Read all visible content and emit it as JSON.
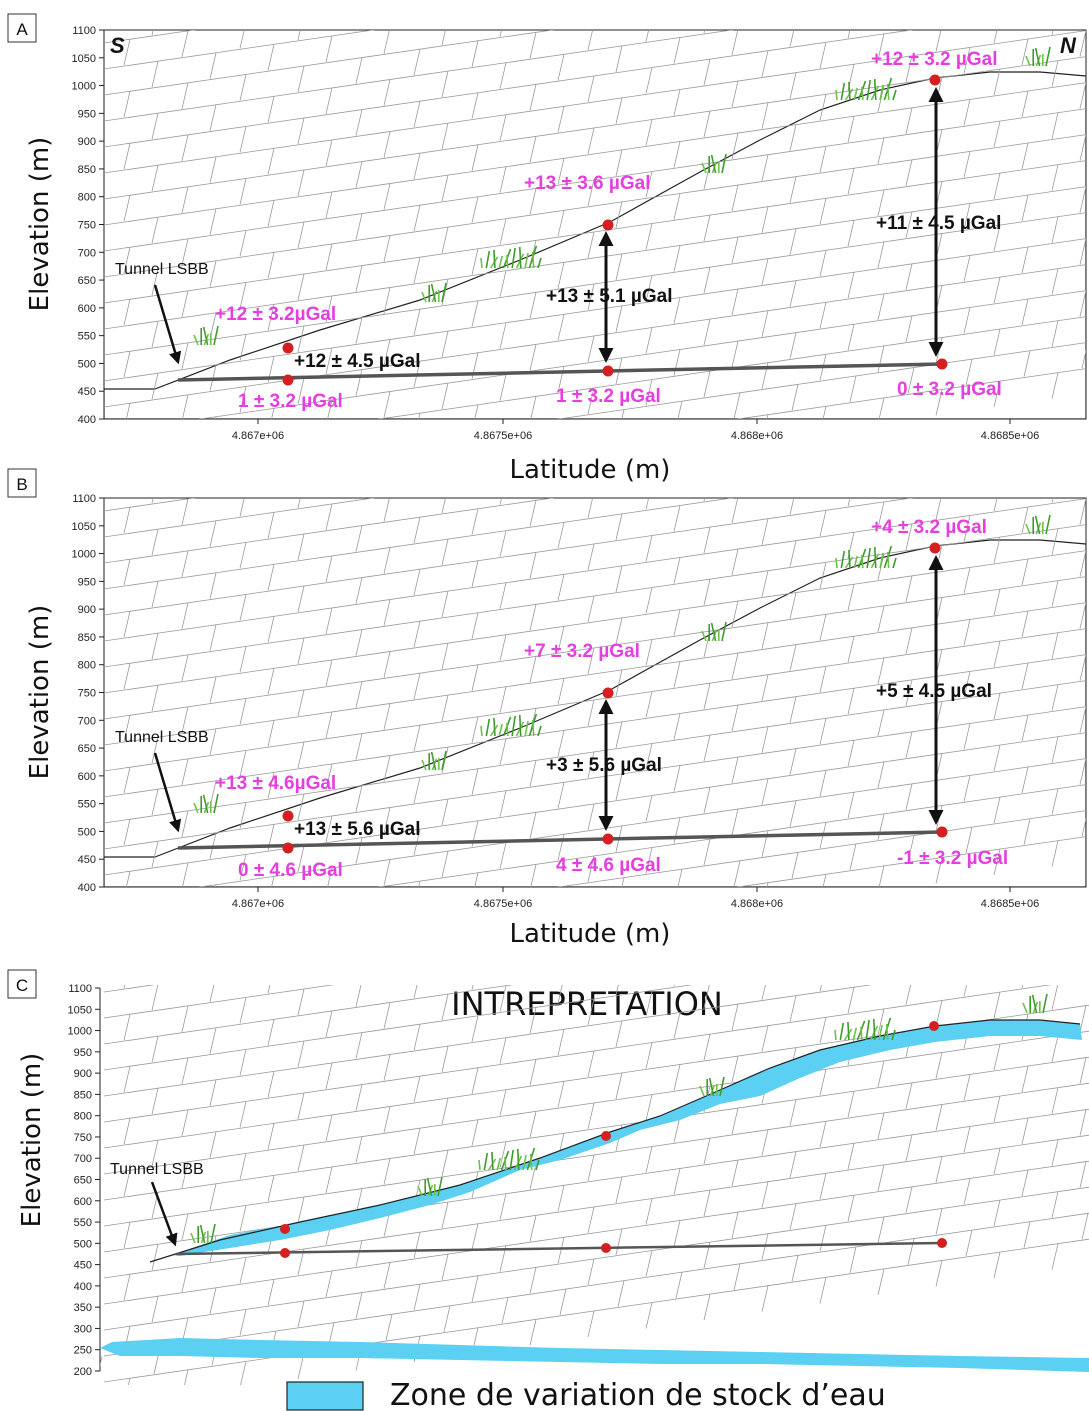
{
  "panels": [
    {
      "label": "A",
      "direction_left": "S",
      "direction_right": "N",
      "ylabel": "Elevation (m)",
      "xlabel": "Latitude (m)",
      "yticks": [
        "1100",
        "1050",
        "1000",
        "950",
        "900",
        "850",
        "800",
        "750",
        "700",
        "650",
        "600",
        "550",
        "500",
        "450",
        "400"
      ],
      "xticks": [
        "4.867e+06",
        "4.8675e+06",
        "4.868e+06",
        "4.8685e+06"
      ],
      "tunnel_label": "Tunnel LSBB",
      "surface_values": [
        "+12 ± 3.2µGal",
        "+13 ± 3.6 µGal",
        "+12 ± 3.2 µGal"
      ],
      "tunnel_values": [
        "1 ± 3.2 µGal",
        "1 ± 3.2 µGal",
        "0 ± 3.2 µGal"
      ],
      "difference_values": [
        "+12 ± 4.5 µGal",
        "+13 ± 5.1 µGal",
        "+11 ± 4.5 µGal"
      ]
    },
    {
      "label": "B",
      "ylabel": "Elevation (m)",
      "xlabel": "Latitude (m)",
      "yticks": [
        "1100",
        "1050",
        "1000",
        "950",
        "900",
        "850",
        "800",
        "750",
        "700",
        "650",
        "600",
        "550",
        "500",
        "450",
        "400"
      ],
      "xticks": [
        "4.867e+06",
        "4.8675e+06",
        "4.868e+06",
        "4.8685e+06"
      ],
      "tunnel_label": "Tunnel LSBB",
      "surface_values": [
        "+13 ± 4.6µGal",
        "+7 ± 3.2 µGal",
        "+4 ± 3.2 µGal"
      ],
      "tunnel_values": [
        "0 ± 4.6 µGal",
        "4 ± 4.6 µGal",
        "-1 ± 3.2 µGal"
      ],
      "difference_values": [
        "+13 ± 5.6 µGal",
        "+3 ± 5.6 µGal",
        "+5 ± 4.5 µGal"
      ]
    },
    {
      "label": "C",
      "title": "INTREPRETATION",
      "ylabel": "Elevation (m)",
      "yticks": [
        "1100",
        "1050",
        "1000",
        "950",
        "900",
        "850",
        "800",
        "750",
        "700",
        "650",
        "600",
        "550",
        "500",
        "450",
        "400",
        "350",
        "300",
        "250",
        "200"
      ],
      "tunnel_label": "Tunnel LSBB",
      "legend": {
        "label": "Zone de variation de stock d’eau",
        "color": "#5bd0f2"
      }
    }
  ],
  "colors": {
    "value_text": "#e53fe0",
    "station": "#d42020",
    "water": "#5bd0f2",
    "tunnel": "#555555"
  },
  "icons": [
    "grass-tuft-icon",
    "down-arrow-icon",
    "double-arrow-icon"
  ]
}
